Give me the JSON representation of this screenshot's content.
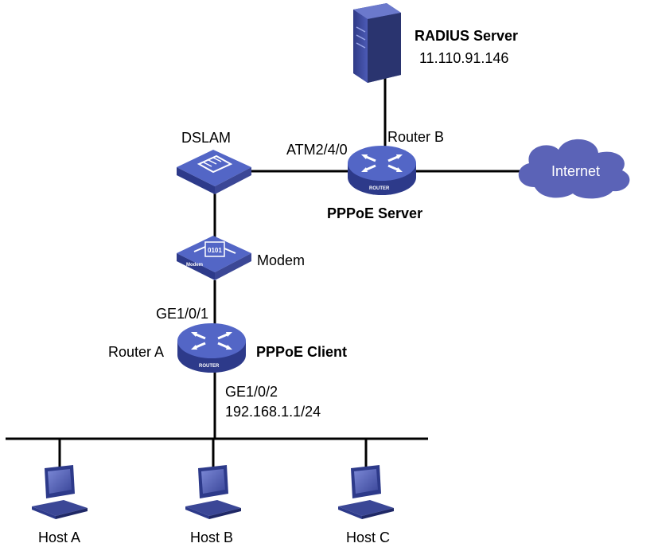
{
  "nodes": {
    "radius_server": {
      "name": "RADIUS Server",
      "ip": "11.110.91.146"
    },
    "router_b": {
      "name": "Router B",
      "role": "PPPoE Server",
      "interface": "ATM2/4/0",
      "device_tag": "ROUTER"
    },
    "dslam": {
      "name": "DSLAM"
    },
    "internet": {
      "name": "Internet"
    },
    "modem": {
      "name": "Modem",
      "device_tag": "Modem",
      "glyph": "0101"
    },
    "router_a": {
      "name": "Router A",
      "role": "PPPoE Client",
      "uplink_interface": "GE1/0/1",
      "lan_interface": "GE1/0/2",
      "lan_ip": "192.168.1.1/24",
      "device_tag": "ROUTER"
    },
    "hosts": [
      {
        "name": "Host A"
      },
      {
        "name": "Host B"
      },
      {
        "name": "Host C"
      }
    ]
  },
  "colors": {
    "device_top": "#4a5fbf",
    "device_side": "#2d3a8a",
    "cloud": "#5b63b7",
    "line": "#000000"
  }
}
